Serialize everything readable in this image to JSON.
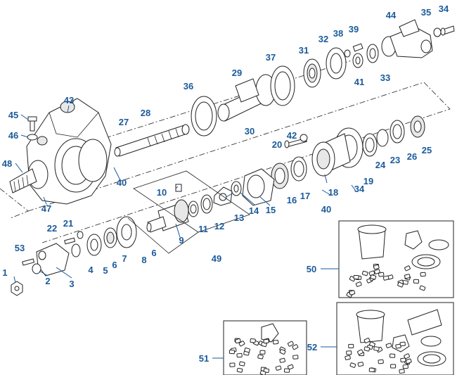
{
  "callouts": [
    "1",
    "2",
    "3",
    "4",
    "5",
    "6",
    "7",
    "8",
    "6",
    "9",
    "10",
    "11",
    "12",
    "13",
    "14",
    "15",
    "16",
    "17",
    "18",
    "19",
    "20",
    "21",
    "22",
    "23",
    "24",
    "25",
    "26",
    "27",
    "28",
    "29",
    "30",
    "31",
    "32",
    "33",
    "34",
    "35",
    "36",
    "37",
    "38",
    "39",
    "40",
    "40",
    "41",
    "42",
    "43",
    "44",
    "45",
    "46",
    "47",
    "48",
    "49",
    "50",
    "51",
    "52",
    "53",
    "34"
  ]
}
